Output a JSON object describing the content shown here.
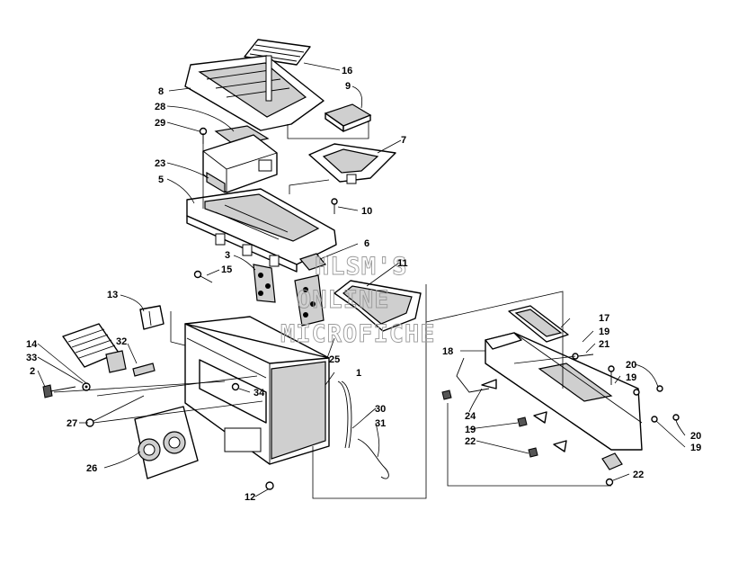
{
  "watermark": [
    "HLSM'S",
    "ONLINE",
    "MICROFICHE"
  ],
  "callouts": [
    {
      "id": "c16",
      "text": "16"
    },
    {
      "id": "c8",
      "text": "8"
    },
    {
      "id": "c9",
      "text": "9"
    },
    {
      "id": "c28",
      "text": "28"
    },
    {
      "id": "c29",
      "text": "29"
    },
    {
      "id": "c7",
      "text": "7"
    },
    {
      "id": "c23",
      "text": "23"
    },
    {
      "id": "c5",
      "text": "5"
    },
    {
      "id": "c10",
      "text": "10"
    },
    {
      "id": "c6",
      "text": "6"
    },
    {
      "id": "c11",
      "text": "11"
    },
    {
      "id": "c3",
      "text": "3"
    },
    {
      "id": "c15",
      "text": "15"
    },
    {
      "id": "c13",
      "text": "13"
    },
    {
      "id": "c25",
      "text": "25"
    },
    {
      "id": "c17",
      "text": "17"
    },
    {
      "id": "c19a",
      "text": "19"
    },
    {
      "id": "c21",
      "text": "21"
    },
    {
      "id": "c18",
      "text": "18"
    },
    {
      "id": "c14",
      "text": "14"
    },
    {
      "id": "c32",
      "text": "32"
    },
    {
      "id": "c33",
      "text": "33"
    },
    {
      "id": "c2",
      "text": "2"
    },
    {
      "id": "c1",
      "text": "1"
    },
    {
      "id": "c20a",
      "text": "20"
    },
    {
      "id": "c19b",
      "text": "19"
    },
    {
      "id": "c34",
      "text": "34"
    },
    {
      "id": "c24",
      "text": "24"
    },
    {
      "id": "c30",
      "text": "30"
    },
    {
      "id": "c31",
      "text": "31"
    },
    {
      "id": "c27",
      "text": "27"
    },
    {
      "id": "c19c",
      "text": "19"
    },
    {
      "id": "c20b",
      "text": "20"
    },
    {
      "id": "c22a",
      "text": "22"
    },
    {
      "id": "c19d",
      "text": "19"
    },
    {
      "id": "c26",
      "text": "26"
    },
    {
      "id": "c12",
      "text": "12"
    },
    {
      "id": "c22b",
      "text": "22"
    }
  ]
}
